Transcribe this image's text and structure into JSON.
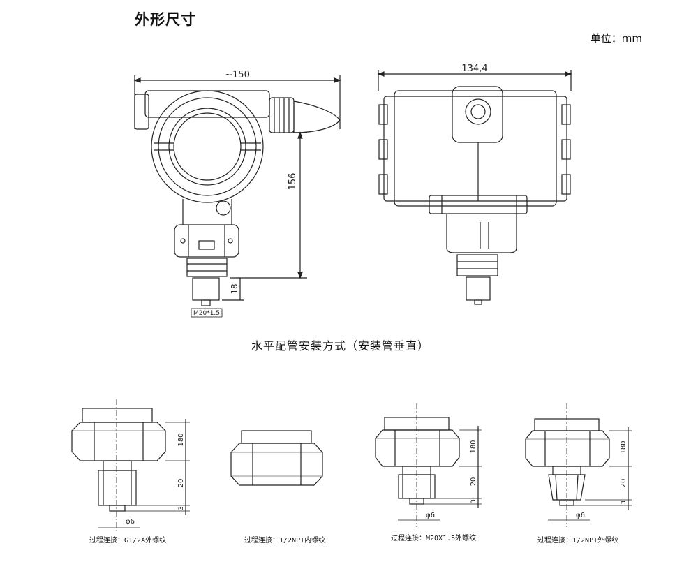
{
  "header": {
    "title": "外形尺寸",
    "unit": "单位：mm"
  },
  "section_title": "水平配管安装方式（安装管垂直）",
  "dimensions": {
    "width_front": "~150",
    "width_side": "134,4",
    "height": "156",
    "fitting_height": "18",
    "thread": "M20*1.5"
  },
  "fittings": [
    {
      "caption": "过程连接：G1/2A外螺纹",
      "dims": [
        "180",
        "20",
        "3"
      ],
      "dia": "φ6"
    },
    {
      "caption": "过程连接：1/2NPT内螺纹"
    },
    {
      "caption": "过程连接：M20X1.5外螺纹",
      "dims": [
        "180",
        "20",
        "3"
      ],
      "dia": "φ6"
    },
    {
      "caption": "过程连接：1/2NPT外螺纹",
      "dims": [
        "180",
        "20",
        "3"
      ],
      "dia": "φ6"
    }
  ]
}
